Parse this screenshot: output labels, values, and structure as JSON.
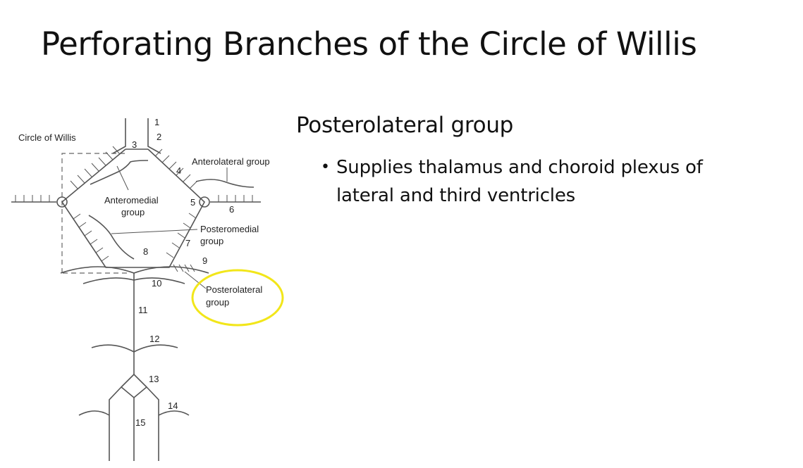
{
  "slide": {
    "title": "Perforating Branches of the Circle of Willis",
    "heading": "Posterolateral group",
    "bullets": [
      {
        "line1": "Supplies thalamus and choroid plexus of",
        "line2": "lateral and third ventricles"
      }
    ]
  },
  "diagram": {
    "labels": {
      "circle_of_willis": "Circle of Willis",
      "anterolateral_group": "Anterolateral group",
      "anteromedial_line1": "Anteromedial",
      "anteromedial_line2": "group",
      "posteromedial_line1": "Posteromedial",
      "posteromedial_line2": "group",
      "posterolateral_line1": "Posterolateral",
      "posterolateral_line2": "group"
    },
    "numbers": [
      "1",
      "2",
      "3",
      "4",
      "5",
      "6",
      "7",
      "8",
      "9",
      "10",
      "11",
      "12",
      "13",
      "14",
      "15"
    ],
    "highlight_color": "#f2e61a"
  }
}
